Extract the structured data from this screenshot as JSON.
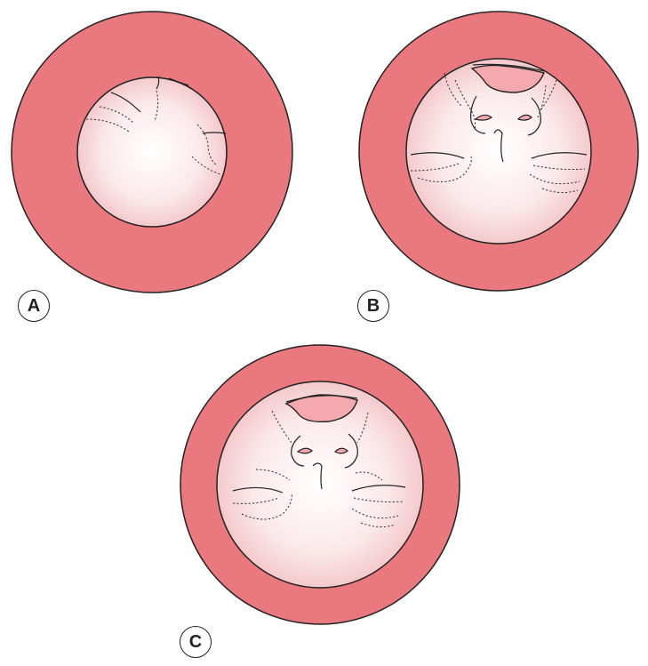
{
  "panels": [
    {
      "id": "a",
      "label": "A"
    },
    {
      "id": "b",
      "label": "B"
    },
    {
      "id": "c",
      "label": "C"
    }
  ],
  "colors": {
    "ring": "#E9797F",
    "lumen_center": "#FFFFFF",
    "lumen_edge": "#F6CDD0",
    "opening": "#F4A9AE",
    "outline": "#222222"
  }
}
